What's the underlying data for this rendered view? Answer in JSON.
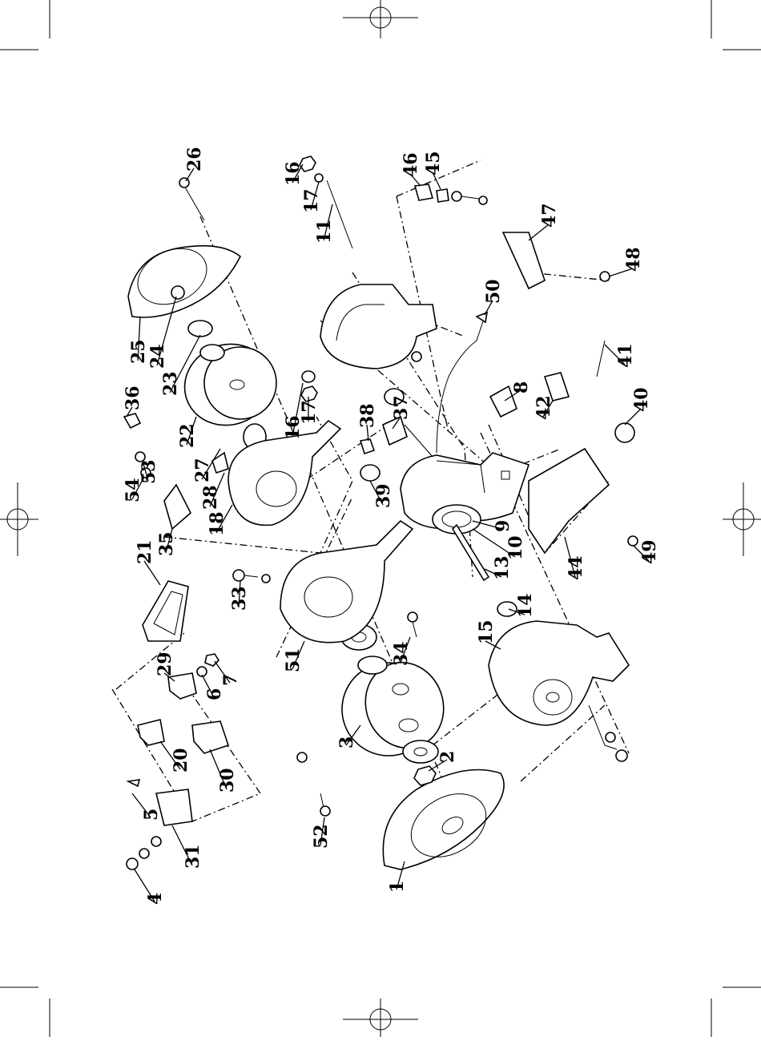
{
  "title": "",
  "colors": {
    "ink": "#000000",
    "paper": "#ffffff",
    "stipple": "#555555"
  },
  "callouts": [
    "1",
    "2",
    "3",
    "4",
    "5",
    "6",
    "7",
    "8",
    "9",
    "10",
    "11",
    "13",
    "14",
    "15",
    "16",
    "17",
    "18",
    "20",
    "21",
    "22",
    "23",
    "24",
    "25",
    "26",
    "27",
    "28",
    "29",
    "30",
    "31",
    "33",
    "34",
    "35",
    "36",
    "37",
    "38",
    "39",
    "40",
    "41",
    "42",
    "44",
    "45",
    "46",
    "47",
    "48",
    "49",
    "50",
    "51",
    "52",
    "53",
    "54",
    "16",
    "17"
  ]
}
